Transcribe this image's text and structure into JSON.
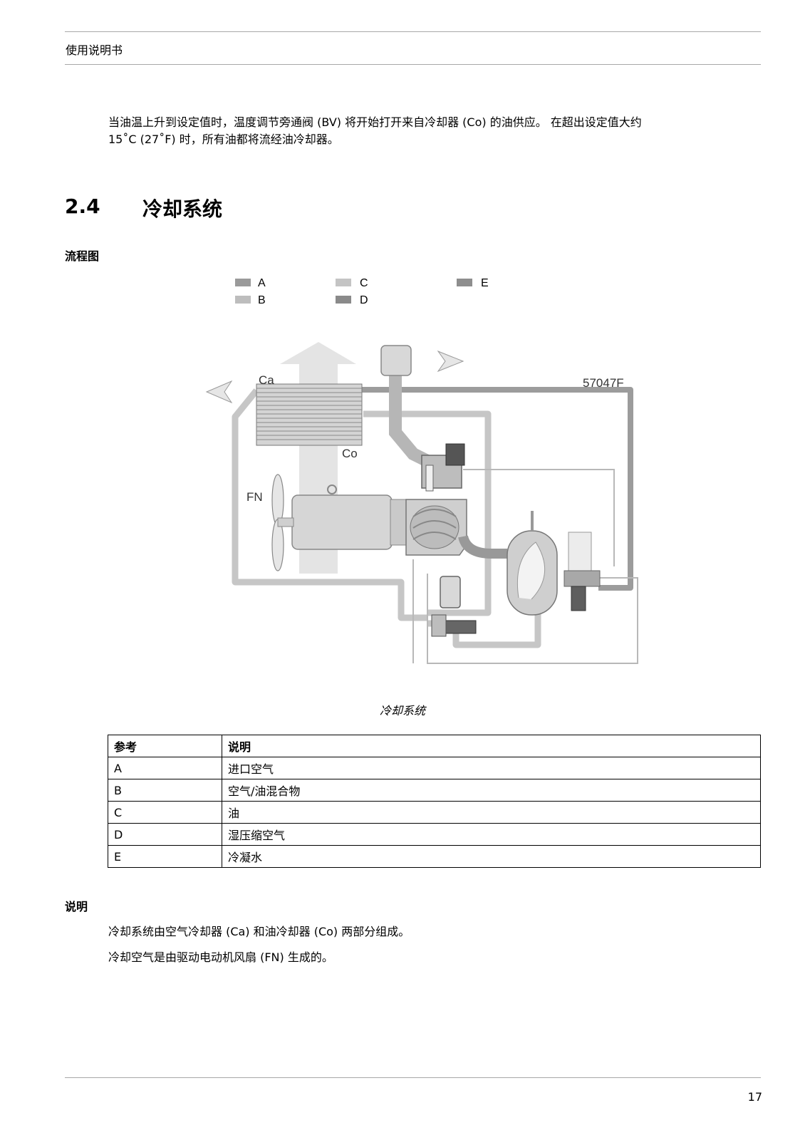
{
  "header": {
    "title": "使用说明书"
  },
  "intro": {
    "line1": "当油温上升到设定值时，温度调节旁通阀 (BV) 将开始打开来自冷却器 (Co) 的油供应。 在超出设定值大约",
    "line2": "15˚C (27˚F) 时，所有油都将流经油冷却器。"
  },
  "section": {
    "number": "2.4",
    "title": "冷却系统"
  },
  "flow_heading": "流程图",
  "diagram": {
    "legend": [
      {
        "key": "A",
        "color": "#9a9a9a"
      },
      {
        "key": "B",
        "color": "#bdbdbd"
      },
      {
        "key": "C",
        "color": "#c4c4c4"
      },
      {
        "key": "D",
        "color": "#8a8a8a"
      },
      {
        "key": "E",
        "color": "#8e8e8e"
      }
    ],
    "code": "57047F",
    "labels": {
      "ca": "Ca",
      "co": "Co",
      "fn": "FN"
    },
    "caption": "冷却系统"
  },
  "table": {
    "headers": [
      "参考",
      "说明"
    ],
    "rows": [
      [
        "A",
        "进口空气"
      ],
      [
        "B",
        "空气/油混合物"
      ],
      [
        "C",
        "油"
      ],
      [
        "D",
        "湿压缩空气"
      ],
      [
        "E",
        "冷凝水"
      ]
    ]
  },
  "description": {
    "heading": "说明",
    "line1": "冷却系统由空气冷却器 (Ca) 和油冷却器 (Co) 两部分组成。",
    "line2": "冷却空气是由驱动电动机风扇 (FN) 生成的。"
  },
  "footer": {
    "page": "17"
  }
}
